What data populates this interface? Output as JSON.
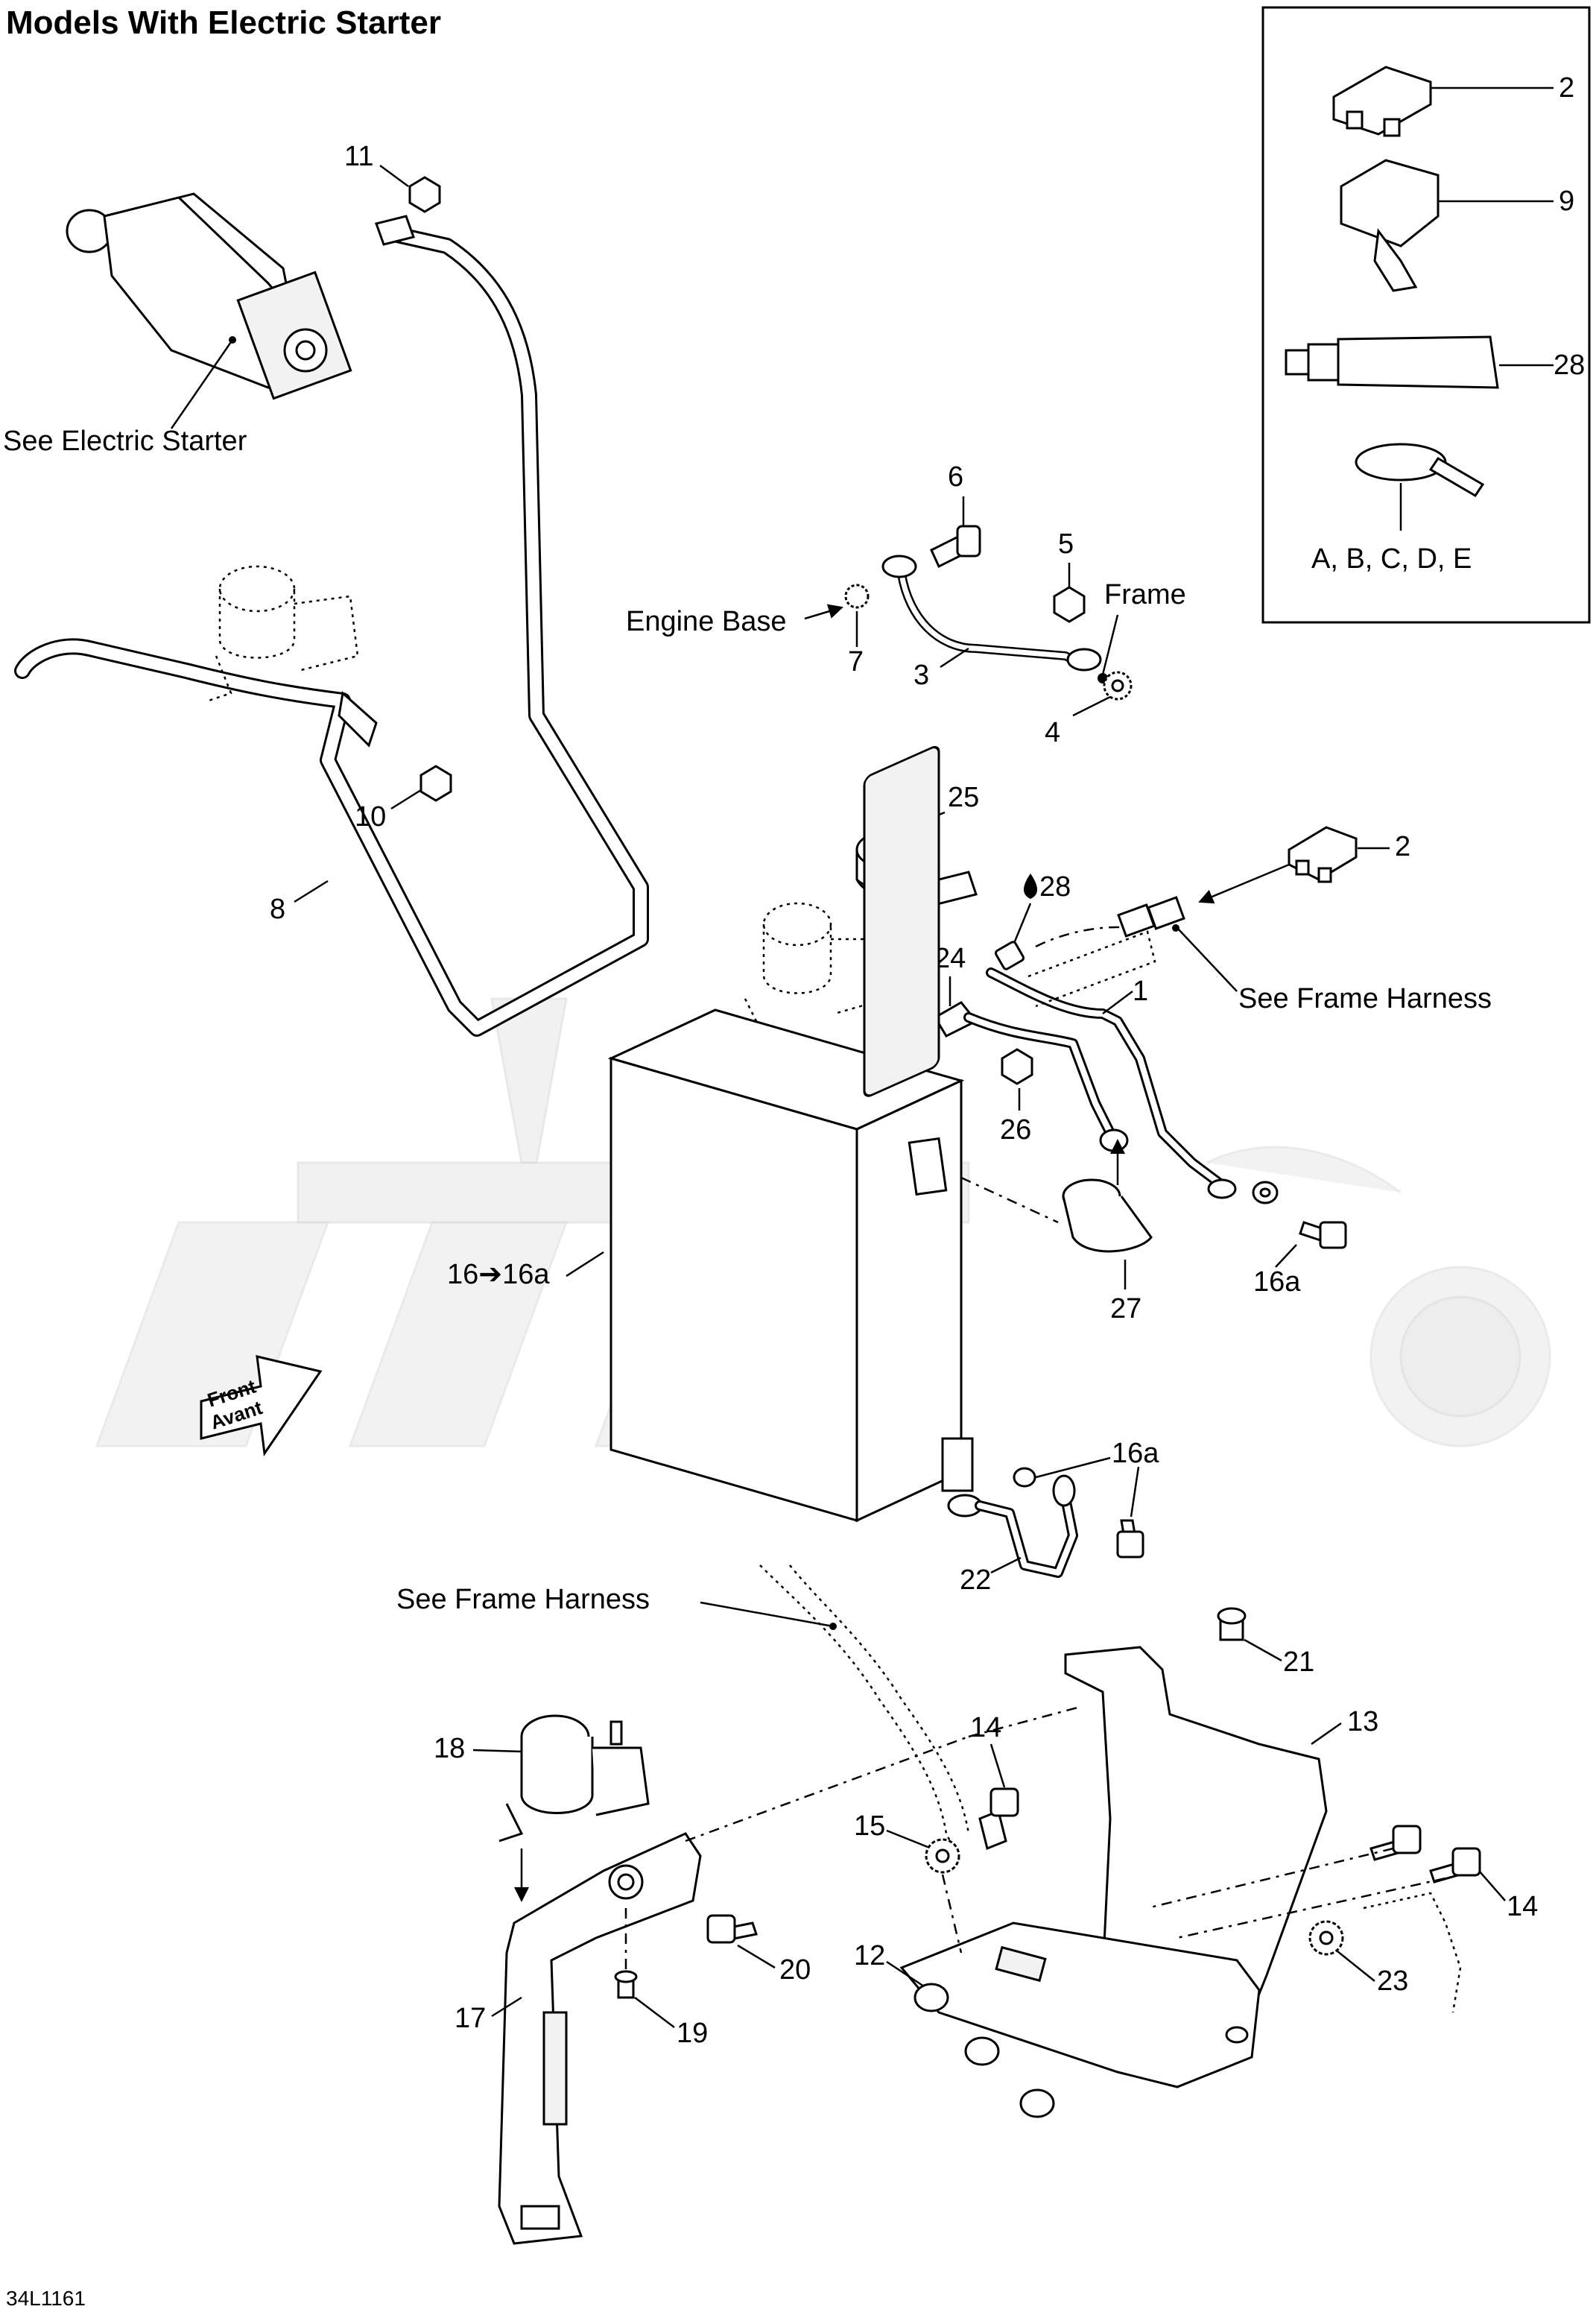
{
  "title": "Models With Electric Starter",
  "drawing_code": "34L1161",
  "notes": {
    "see_electric_starter": "See Electric Starter",
    "engine_base": "Engine Base",
    "frame": "Frame",
    "see_frame_harness_1": "See Frame Harness",
    "see_frame_harness_2": "See Frame Harness",
    "front": "Front",
    "avant": "Avant"
  },
  "callouts": {
    "c1": "1",
    "c2a": "2",
    "c2b": "2",
    "c3": "3",
    "c4": "4",
    "c5": "5",
    "c6": "6",
    "c7": "7",
    "c8": "8",
    "c9": "9",
    "c10": "10",
    "c11": "11",
    "c12": "12",
    "c13": "13",
    "c14a": "14",
    "c14b": "14",
    "c15": "15",
    "c16": "16➔16a",
    "c16a1": "16a",
    "c16a2": "16a",
    "c17": "17",
    "c18": "18",
    "c19": "19",
    "c20": "20",
    "c21": "21",
    "c22": "22",
    "c23": "23",
    "c24": "24",
    "c25": "25",
    "c26": "26",
    "c27": "27",
    "c28a": "28",
    "c28b": "28",
    "cties": "A, B, C, D, E"
  },
  "colors": {
    "line": "#000000",
    "watermark": "#e6e6e6",
    "background": "#ffffff"
  }
}
